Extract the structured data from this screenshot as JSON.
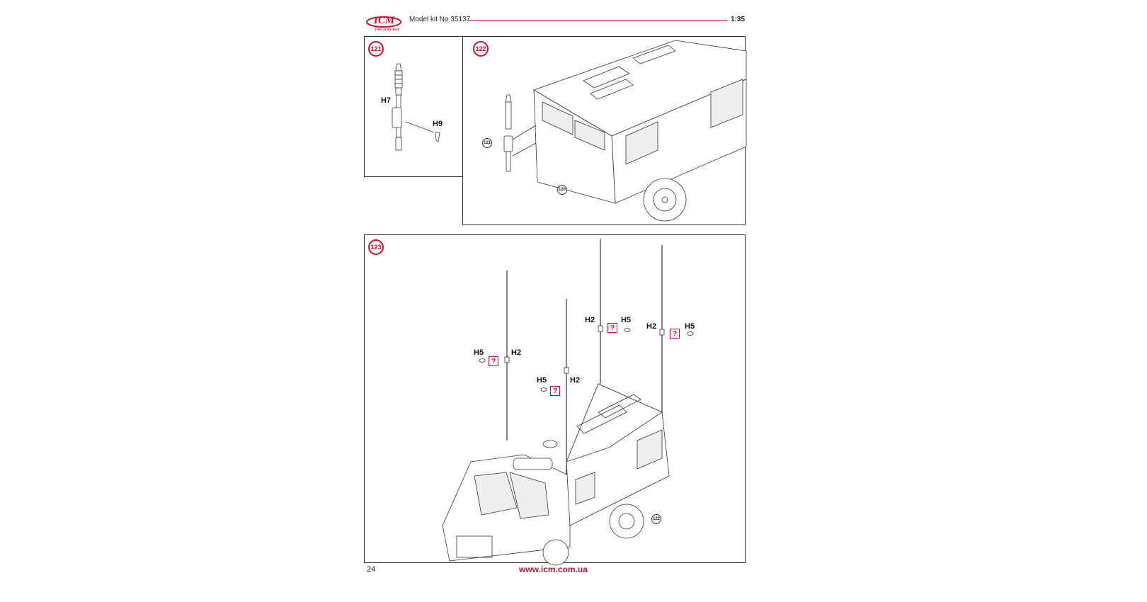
{
  "header": {
    "logo_text": "ICM",
    "logo_tagline": "Only in the Best",
    "title": "Model kit No 35137",
    "scale": "1:35"
  },
  "steps": {
    "s121": {
      "number": "121",
      "parts": {
        "h7": "H7",
        "h9": "H9"
      }
    },
    "s122": {
      "number": "122",
      "refs": {
        "r121": "121",
        "r120": "120"
      }
    },
    "s123": {
      "number": "123",
      "ref": "122",
      "antennas": [
        {
          "h2": "H2",
          "h5": "H5",
          "q": "?"
        },
        {
          "h2": "H2",
          "h5": "H5",
          "q": "?"
        },
        {
          "h2": "H2",
          "h5": "H5",
          "q": "?"
        },
        {
          "h2": "H2",
          "h5": "H5",
          "q": "?"
        }
      ]
    }
  },
  "footer": {
    "page": "24",
    "url": "www.icm.com.ua"
  },
  "colors": {
    "accent": "#c8102e",
    "line": "#333333"
  }
}
